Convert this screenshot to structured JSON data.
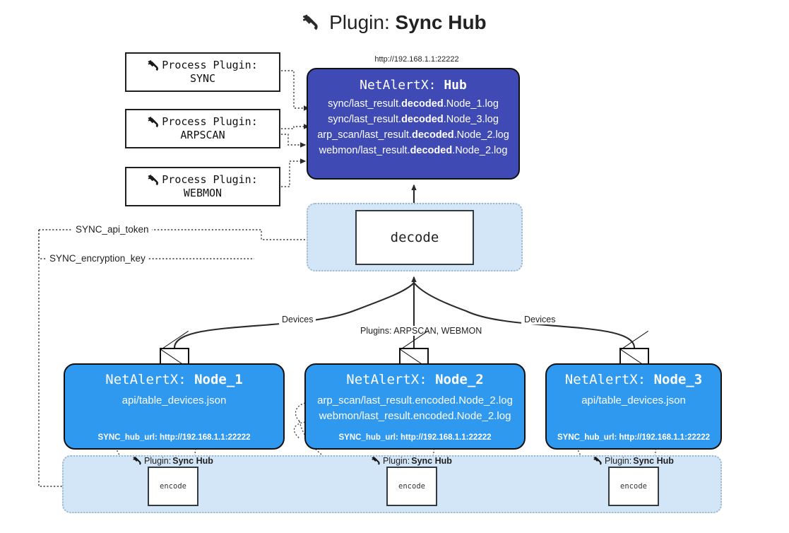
{
  "title": {
    "icon": "plug-icon",
    "lead": "Plugin:",
    "strong": "Sync Hub"
  },
  "hub": {
    "url": "http://192.168.1.1:22222",
    "label_prefix": "NetAlertX:",
    "label_name": "Hub",
    "lines": [
      {
        "pre": "sync/last_result.",
        "mid": "decoded",
        "post": ".Node_1.log"
      },
      {
        "pre": "sync/last_result.",
        "mid": "decoded",
        "post": ".Node_3.log"
      },
      {
        "pre": "arp_scan/last_result.",
        "mid": "decoded",
        "post": ".Node_2.log"
      },
      {
        "pre": "webmon/last_result.",
        "mid": "decoded",
        "post": ".Node_2.log"
      }
    ]
  },
  "process_plugins": [
    {
      "icon": "plug-icon",
      "line1": "Process Plugin:",
      "line2": "SYNC"
    },
    {
      "icon": "plug-icon",
      "line1": "Process Plugin:",
      "line2": "ARPSCAN"
    },
    {
      "icon": "plug-icon",
      "line1": "Process Plugin:",
      "line2": "WEBMON"
    }
  ],
  "decode": {
    "label": "decode"
  },
  "tokens": {
    "api_token": "SYNC_api_token",
    "encryption_key": "SYNC_encryption_key"
  },
  "edge_labels": {
    "devices_left": "Devices",
    "devices_right": "Devices",
    "plugins_middle": "Plugins: ARPSCAN, WEBMON"
  },
  "nodes": [
    {
      "label_prefix": "NetAlertX:",
      "label_name": "Node_1",
      "lines": [
        "api/table_devices.json"
      ],
      "footer": "SYNC_hub_url: http://192.168.1.1:22222"
    },
    {
      "label_prefix": "NetAlertX:",
      "label_name": "Node_2",
      "lines": [
        "arp_scan/last_result.encoded.Node_2.log",
        "webmon/last_result.encoded.Node_2.log"
      ],
      "footer": "SYNC_hub_url: http://192.168.1.1:22222"
    },
    {
      "label_prefix": "NetAlertX:",
      "label_name": "Node_3",
      "lines": [
        "api/table_devices.json"
      ],
      "footer": "SYNC_hub_url: http://192.168.1.1:22222"
    }
  ],
  "encoders": [
    {
      "icon": "plug-icon",
      "lead": "Plugin:",
      "strong": "Sync Hub",
      "box_label": "encode"
    },
    {
      "icon": "plug-icon",
      "lead": "Plugin:",
      "strong": "Sync Hub",
      "box_label": "encode"
    },
    {
      "icon": "plug-icon",
      "lead": "Plugin:",
      "strong": "Sync Hub",
      "box_label": "encode"
    }
  ],
  "colors": {
    "hub_fill": "#3f4ab4",
    "node_fill": "#2f99ef",
    "container_fill": "#d3e6f8",
    "container_border": "#9fb6cc",
    "stroke": "#111111"
  }
}
